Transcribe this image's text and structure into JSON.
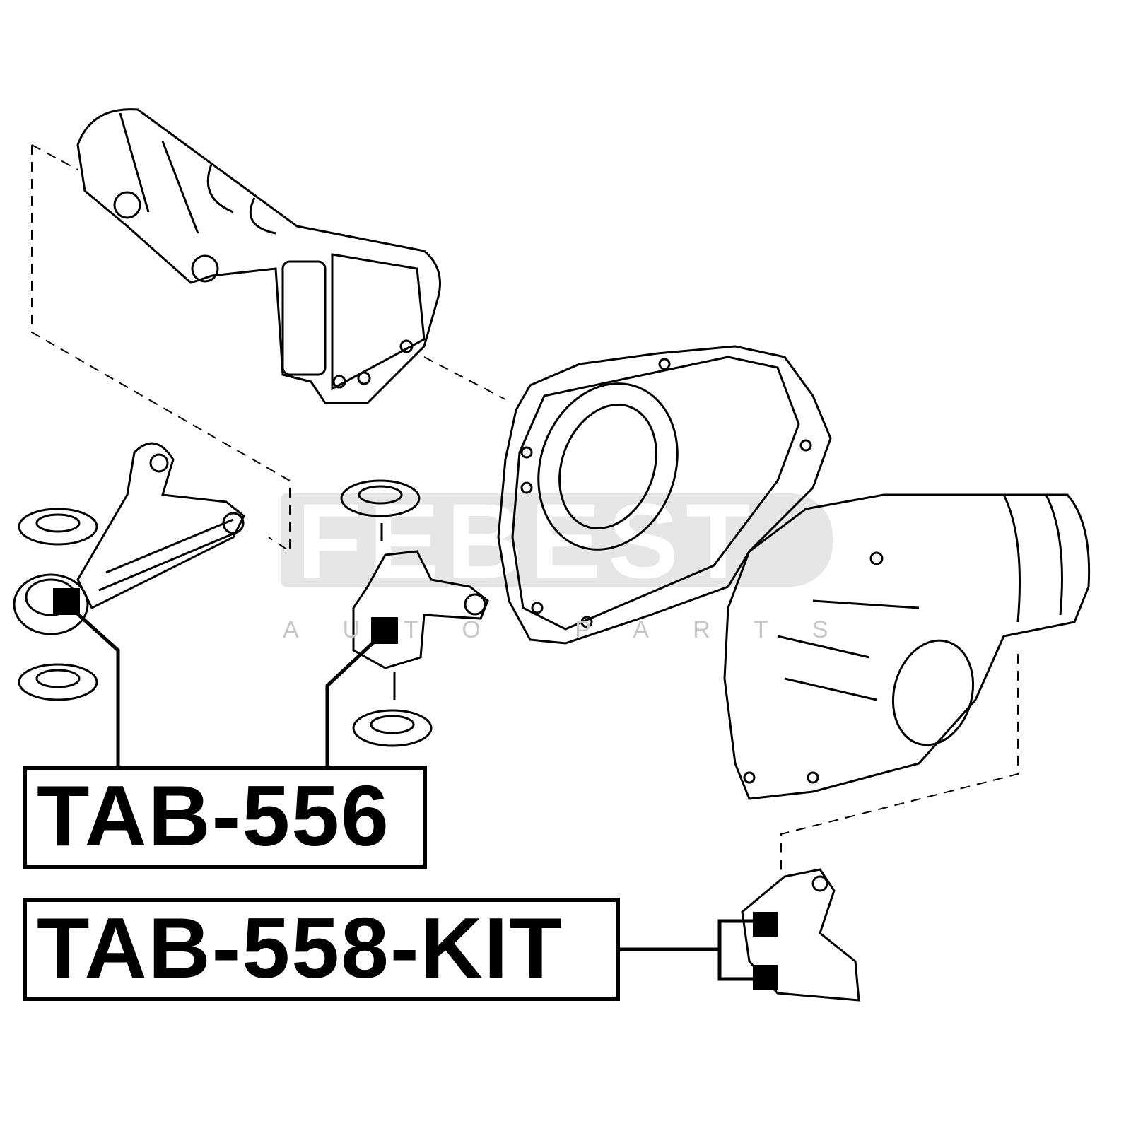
{
  "labels": [
    "TAB-556",
    "TAB-558-KIT"
  ],
  "watermark": {
    "brand": "FEBEST",
    "sub": "AUTO PARTS"
  }
}
